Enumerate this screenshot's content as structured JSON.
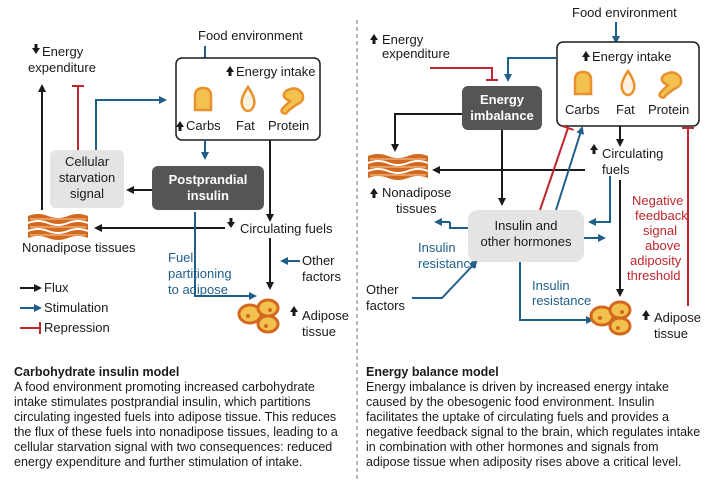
{
  "colors": {
    "flux": "#1a1a1a",
    "stimulation": "#1f5f8a",
    "repression": "#c0262d",
    "dark_box": "#555555",
    "grey_box": "#e4e4e4",
    "food": "#e8912e",
    "tissue": "#d2691e"
  },
  "left": {
    "food_environment": "Food environment",
    "energy_expenditure": [
      "Energy",
      "expenditure"
    ],
    "energy_intake": "Energy intake",
    "carbs": "Carbs",
    "fat": "Fat",
    "protein": "Protein",
    "cellular_starvation": [
      "Cellular",
      "starvation",
      "signal"
    ],
    "postprandial_insulin": [
      "Postprandial",
      "insulin"
    ],
    "nonadipose_tissues": "Nonadipose tissues",
    "circulating_fuels": "Circulating fuels",
    "fuel_partitioning": [
      "Fuel",
      "partitioning",
      "to adipose"
    ],
    "other_factors": [
      "Other",
      "factors"
    ],
    "adipose_tissue": [
      "Adipose",
      "tissue"
    ]
  },
  "legend": {
    "flux": "Flux",
    "stimulation": "Stimulation",
    "repression": "Repression"
  },
  "right": {
    "food_environment": "Food environment",
    "energy_expenditure": [
      "Energy",
      "expenditure"
    ],
    "energy_imbalance": [
      "Energy",
      "imbalance"
    ],
    "energy_intake": "Energy intake",
    "carbs": "Carbs",
    "fat": "Fat",
    "protein": "Protein",
    "circulating_fuels": [
      "Circulating",
      "fuels"
    ],
    "nonadipose_tissues": [
      "Nonadipose",
      "tissues"
    ],
    "insulin_hormones": [
      "Insulin and",
      "other hormones"
    ],
    "insulin_resistance_1": [
      "Insulin",
      "resistance"
    ],
    "insulin_resistance_2": [
      "Insulin",
      "resistance"
    ],
    "negative_feedback": [
      "Negative",
      "feedback",
      "signal",
      "above",
      "adiposity",
      "threshold"
    ],
    "other_factors": [
      "Other",
      "factors"
    ],
    "adipose_tissue": [
      "Adipose",
      "tissue"
    ]
  },
  "captions": {
    "left_title": "Carbohydrate insulin model",
    "left_body": "A food environment promoting increased carbohydrate intake stimulates postprandial insulin, which partitions circulating ingested fuels into adipose tissue. This reduces the flux of these fuels into nonadipose tissues, leading to a cellular starvation signal with two consequences: reduced energy expenditure and further stimulation of intake.",
    "right_title": "Energy balance model",
    "right_body": "Energy imbalance is driven by increased energy intake caused by the obesogenic food environment. Insulin facilitates the uptake of circulating fuels and provides a negative feedback signal to the brain, which regulates intake in combination with other hormones and signals from adipose tissue when adiposity rises above a critical level."
  }
}
